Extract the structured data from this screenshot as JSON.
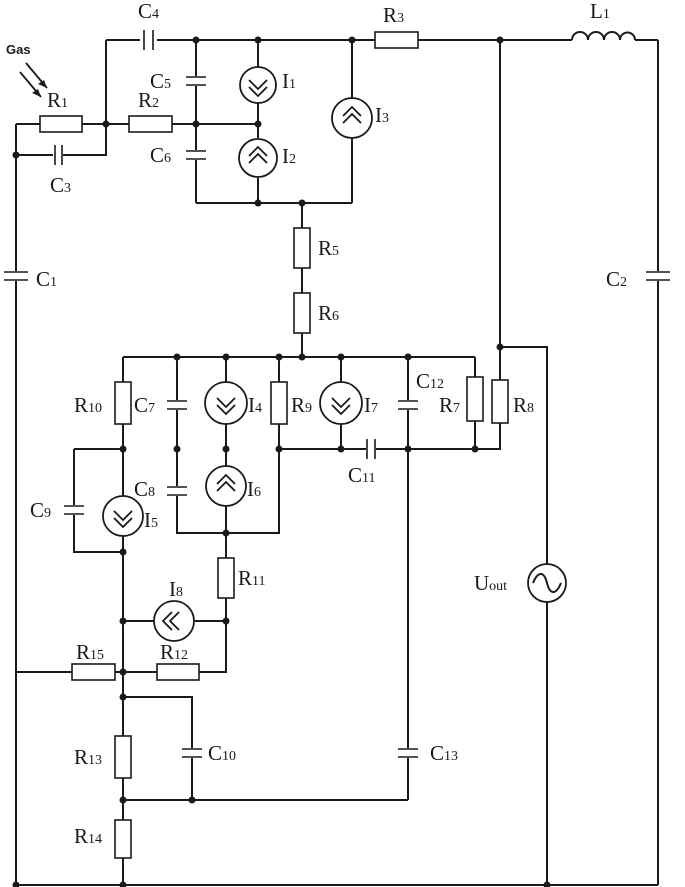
{
  "labels": {
    "gas": "Gas",
    "r1": "R1",
    "r2": "R2",
    "r3": "R3",
    "r5": "R5",
    "r6": "R6",
    "r7": "R7",
    "r8": "R8",
    "r9": "R9",
    "r10": "R10",
    "r11": "R11",
    "r12": "R12",
    "r13": "R13",
    "r14": "R14",
    "r15": "R15",
    "c1": "C1",
    "c2": "C2",
    "c3": "C3",
    "c4": "C4",
    "c5": "C5",
    "c6": "C6",
    "c7": "C7",
    "c8": "C8",
    "c9": "C9",
    "c10": "C10",
    "c11": "C11",
    "c12": "C12",
    "c13": "C13",
    "l1": "L1",
    "i1": "I1",
    "i2": "I2",
    "i3": "I3",
    "i4": "I4",
    "i5": "I5",
    "i6": "I6",
    "i7": "I7",
    "i8": "I8",
    "uout": "Uout"
  }
}
